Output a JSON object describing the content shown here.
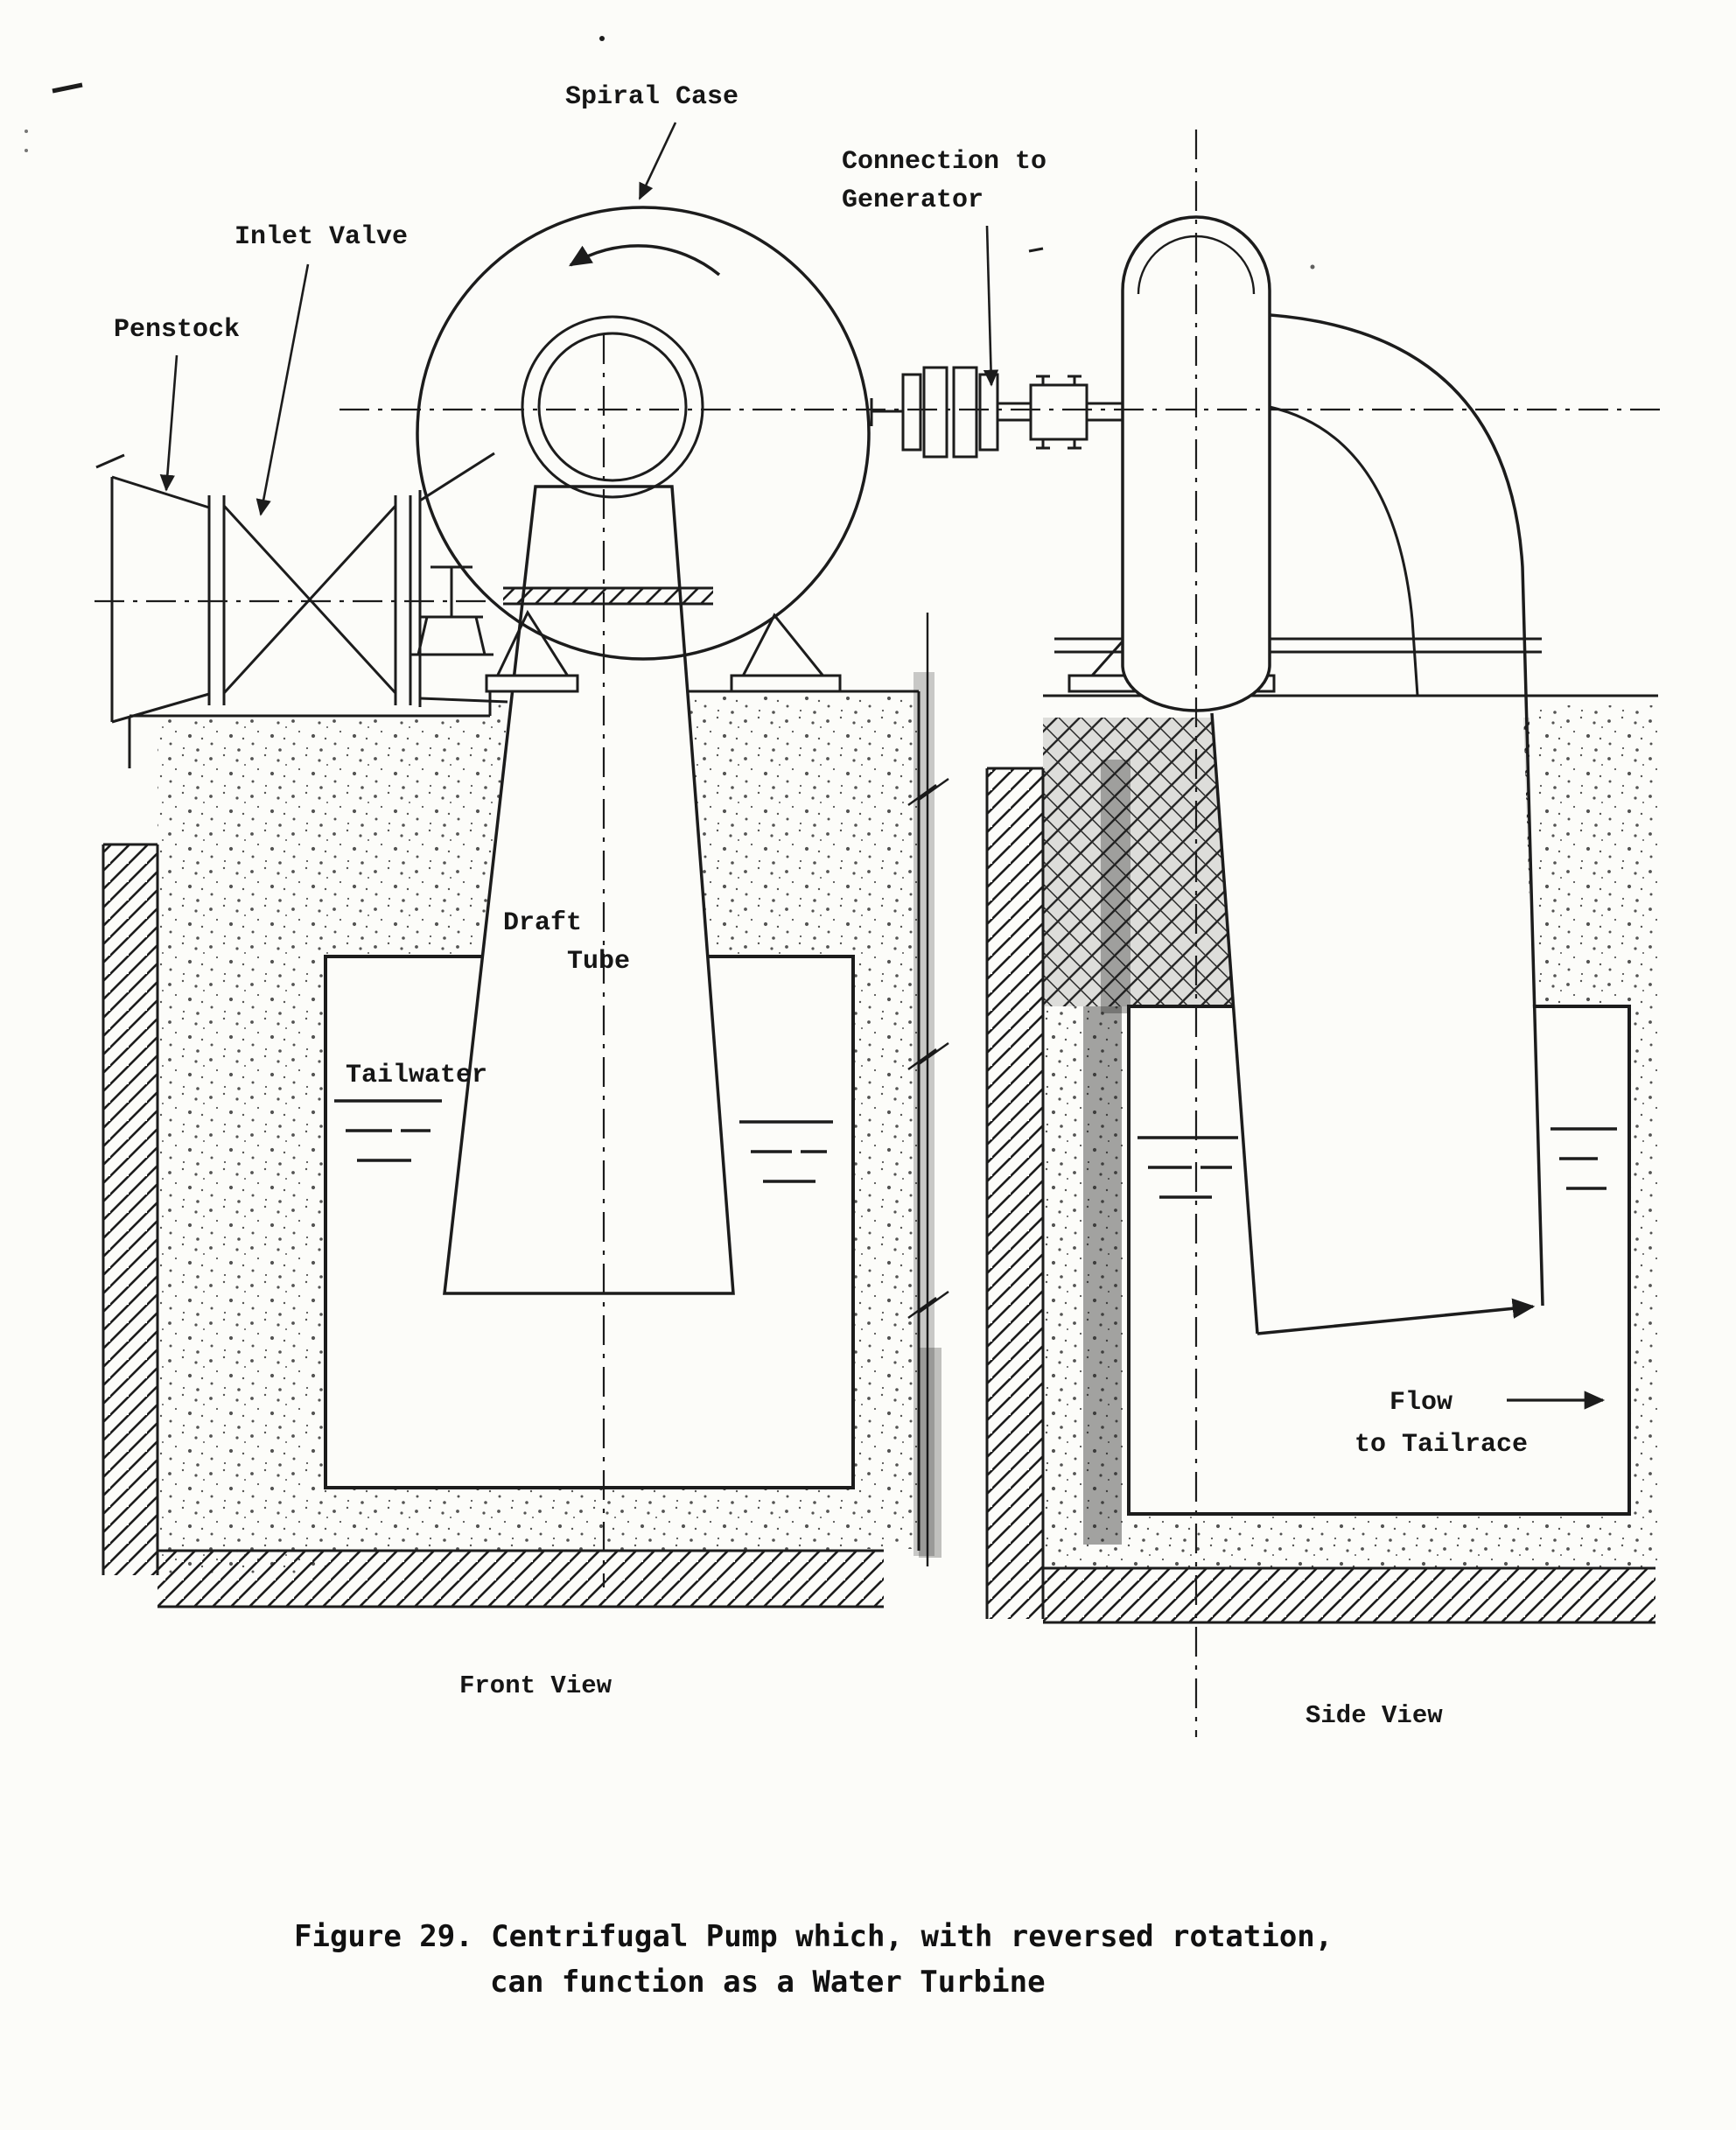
{
  "figure": {
    "caption_line1": "Figure 29. Centrifugal Pump which, with reversed rotation,",
    "caption_line2": "can function as a Water Turbine"
  },
  "front_view": {
    "title": "Front View",
    "labels": {
      "spiral_case": "Spiral Case",
      "inlet_valve": "Inlet Valve",
      "penstock": "Penstock",
      "draft_tube_1": "Draft",
      "draft_tube_2": "Tube",
      "tailwater": "Tailwater"
    }
  },
  "side_view": {
    "title": "Side View",
    "labels": {
      "connection_1": "Connection to",
      "connection_2": "Generator",
      "flow_1": "Flow",
      "flow_2": "to Tailrace"
    }
  },
  "colors": {
    "ink": "#1c1c1c",
    "paper": "#fcfcf9"
  }
}
